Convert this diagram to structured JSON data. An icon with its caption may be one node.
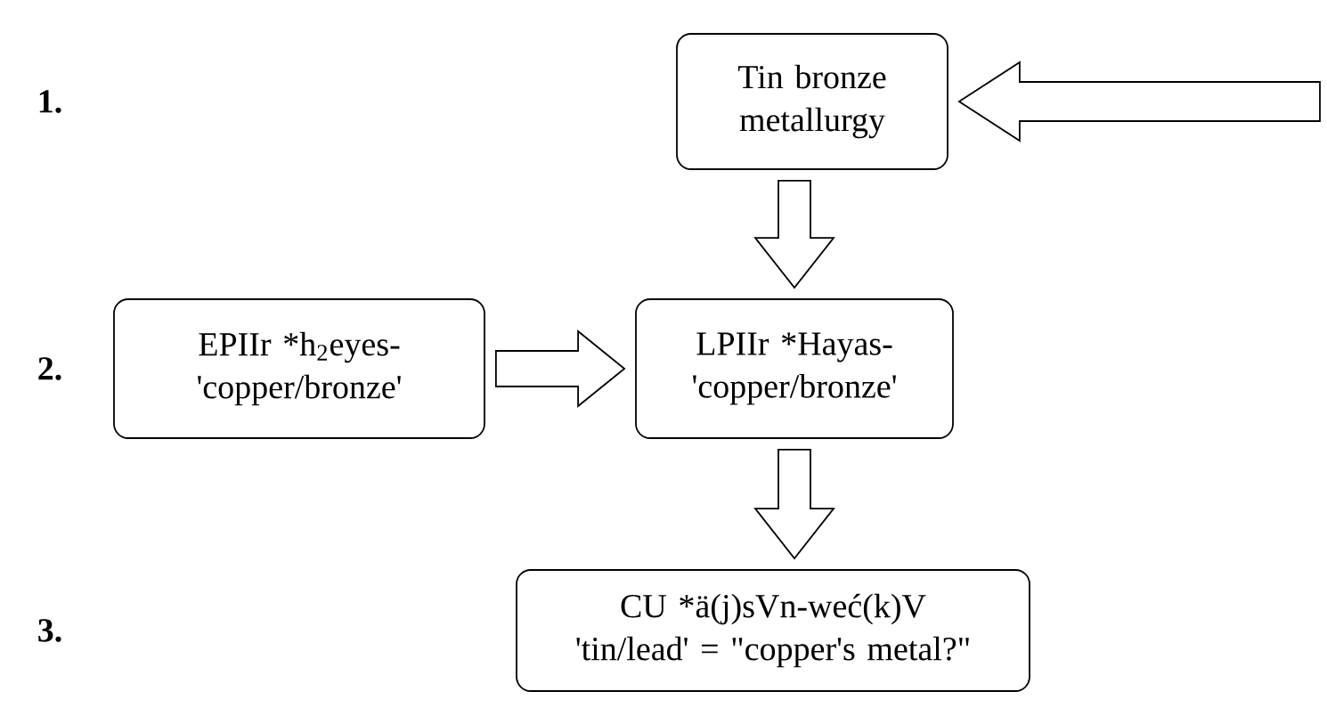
{
  "diagram": {
    "nodes": [
      {
        "text": [
          "Tin bronze metallurgy"
        ]
      },
      {
        "text": [
          "EPIIr *h$_{2}$eyes- 'copper/bronze'"
        ]
      },
      {
        "text": [
          "LPIIr *Hayas- 'copper/bronze'"
        ]
      },
      {
        "text": [
          "CU *ä(j)sVn-weć(k)V 'tin/lead' = \"copper's metal?\""
        ]
      }
    ],
    "edges": [
      {
        "from": null,
        "to": 0,
        "arrow": "to"
      },
      {
        "from": 0,
        "to": 2,
        "arrow": "to"
      },
      {
        "from": 1,
        "to": 2,
        "arrow": "to"
      },
      {
        "from": 2,
        "to": 3,
        "arrow": "to"
      }
    ],
    "labels": [
      "1.",
      "2.",
      "3."
    ]
  }
}
